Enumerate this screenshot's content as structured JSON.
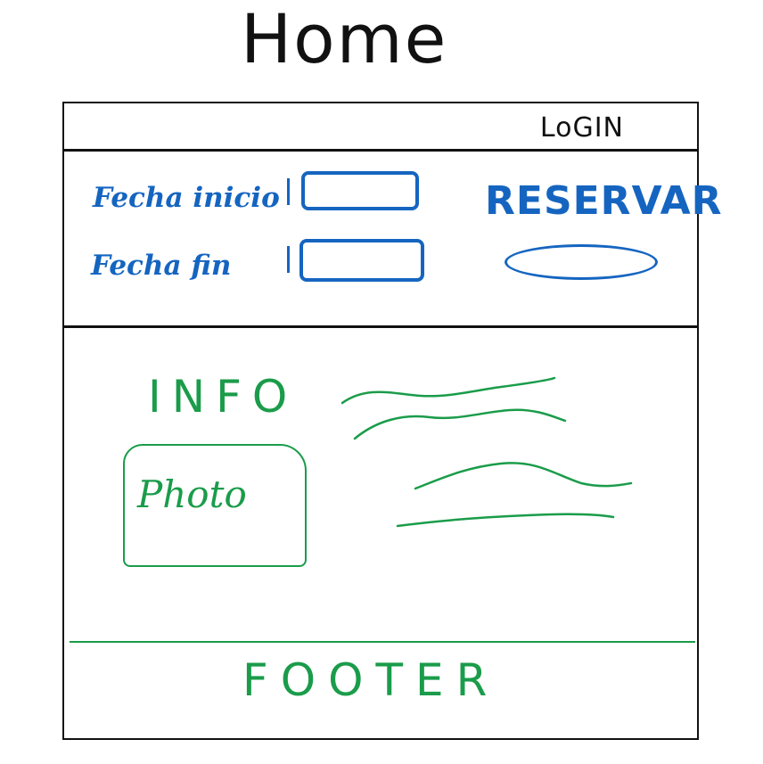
{
  "page": {
    "title": "Home"
  },
  "header": {
    "login_label": "LoGIN"
  },
  "booking": {
    "start_date_label": "Fecha inicio",
    "end_date_label": "Fecha fin",
    "start_date_value": "",
    "end_date_value": "",
    "reserve_label": "RESERVAR"
  },
  "content": {
    "info_title": "INFO",
    "photo_label": "Photo"
  },
  "footer": {
    "label": "FOOTER"
  },
  "colors": {
    "structure": "#111111",
    "booking_accent": "#1565c0",
    "content_accent": "#1a9c4a"
  },
  "icons": {
    "text_cursor": "text-cursor-icon"
  }
}
